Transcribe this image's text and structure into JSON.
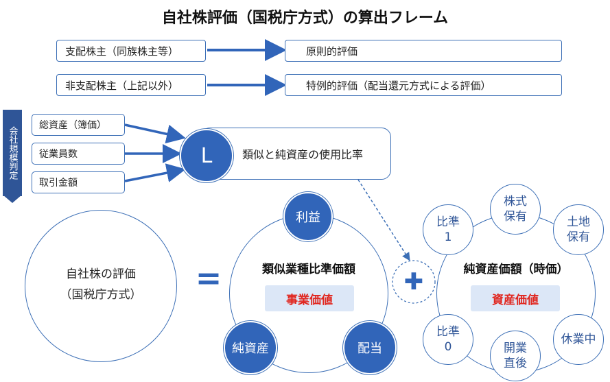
{
  "title": "自社株評価（国税庁方式）の算出フレーム",
  "rows": [
    {
      "left": "支配株主（同族株主等）",
      "right": "原則的評価"
    },
    {
      "left": "非支配株主（上記以外）",
      "right": "特例的評価（配当還元方式による評価）"
    }
  ],
  "company_size": {
    "vertical_label": "会社規模判定",
    "factors": [
      "総資産（簿価）",
      "従業員数",
      "取引金額"
    ],
    "L_label": "L",
    "ratio_text": "類似と純資産の使用比率"
  },
  "left_circle": {
    "line1": "自社株の評価",
    "line2": "（国税庁方式）"
  },
  "equals": "=",
  "plus": "✚",
  "middle_circle": {
    "title": "類似業種比準価額",
    "value_label": "事業価値",
    "nodes": [
      "利益",
      "純資産",
      "配当"
    ]
  },
  "right_circle": {
    "title": "純資産価額（時価）",
    "value_label": "資産価値",
    "nodes": [
      {
        "l1": "比準",
        "l2": "1"
      },
      {
        "l1": "株式",
        "l2": "保有"
      },
      {
        "l1": "土地",
        "l2": "保有"
      },
      {
        "l1": "比準",
        "l2": "0"
      },
      {
        "l1": "開業",
        "l2": "直後"
      },
      {
        "l1": "休業中",
        "l2": ""
      }
    ]
  },
  "colors": {
    "primary": "#3165b9",
    "border": "#3c6fb6",
    "accent_text": "#e0261f",
    "pill_bg": "#dce7f7"
  }
}
